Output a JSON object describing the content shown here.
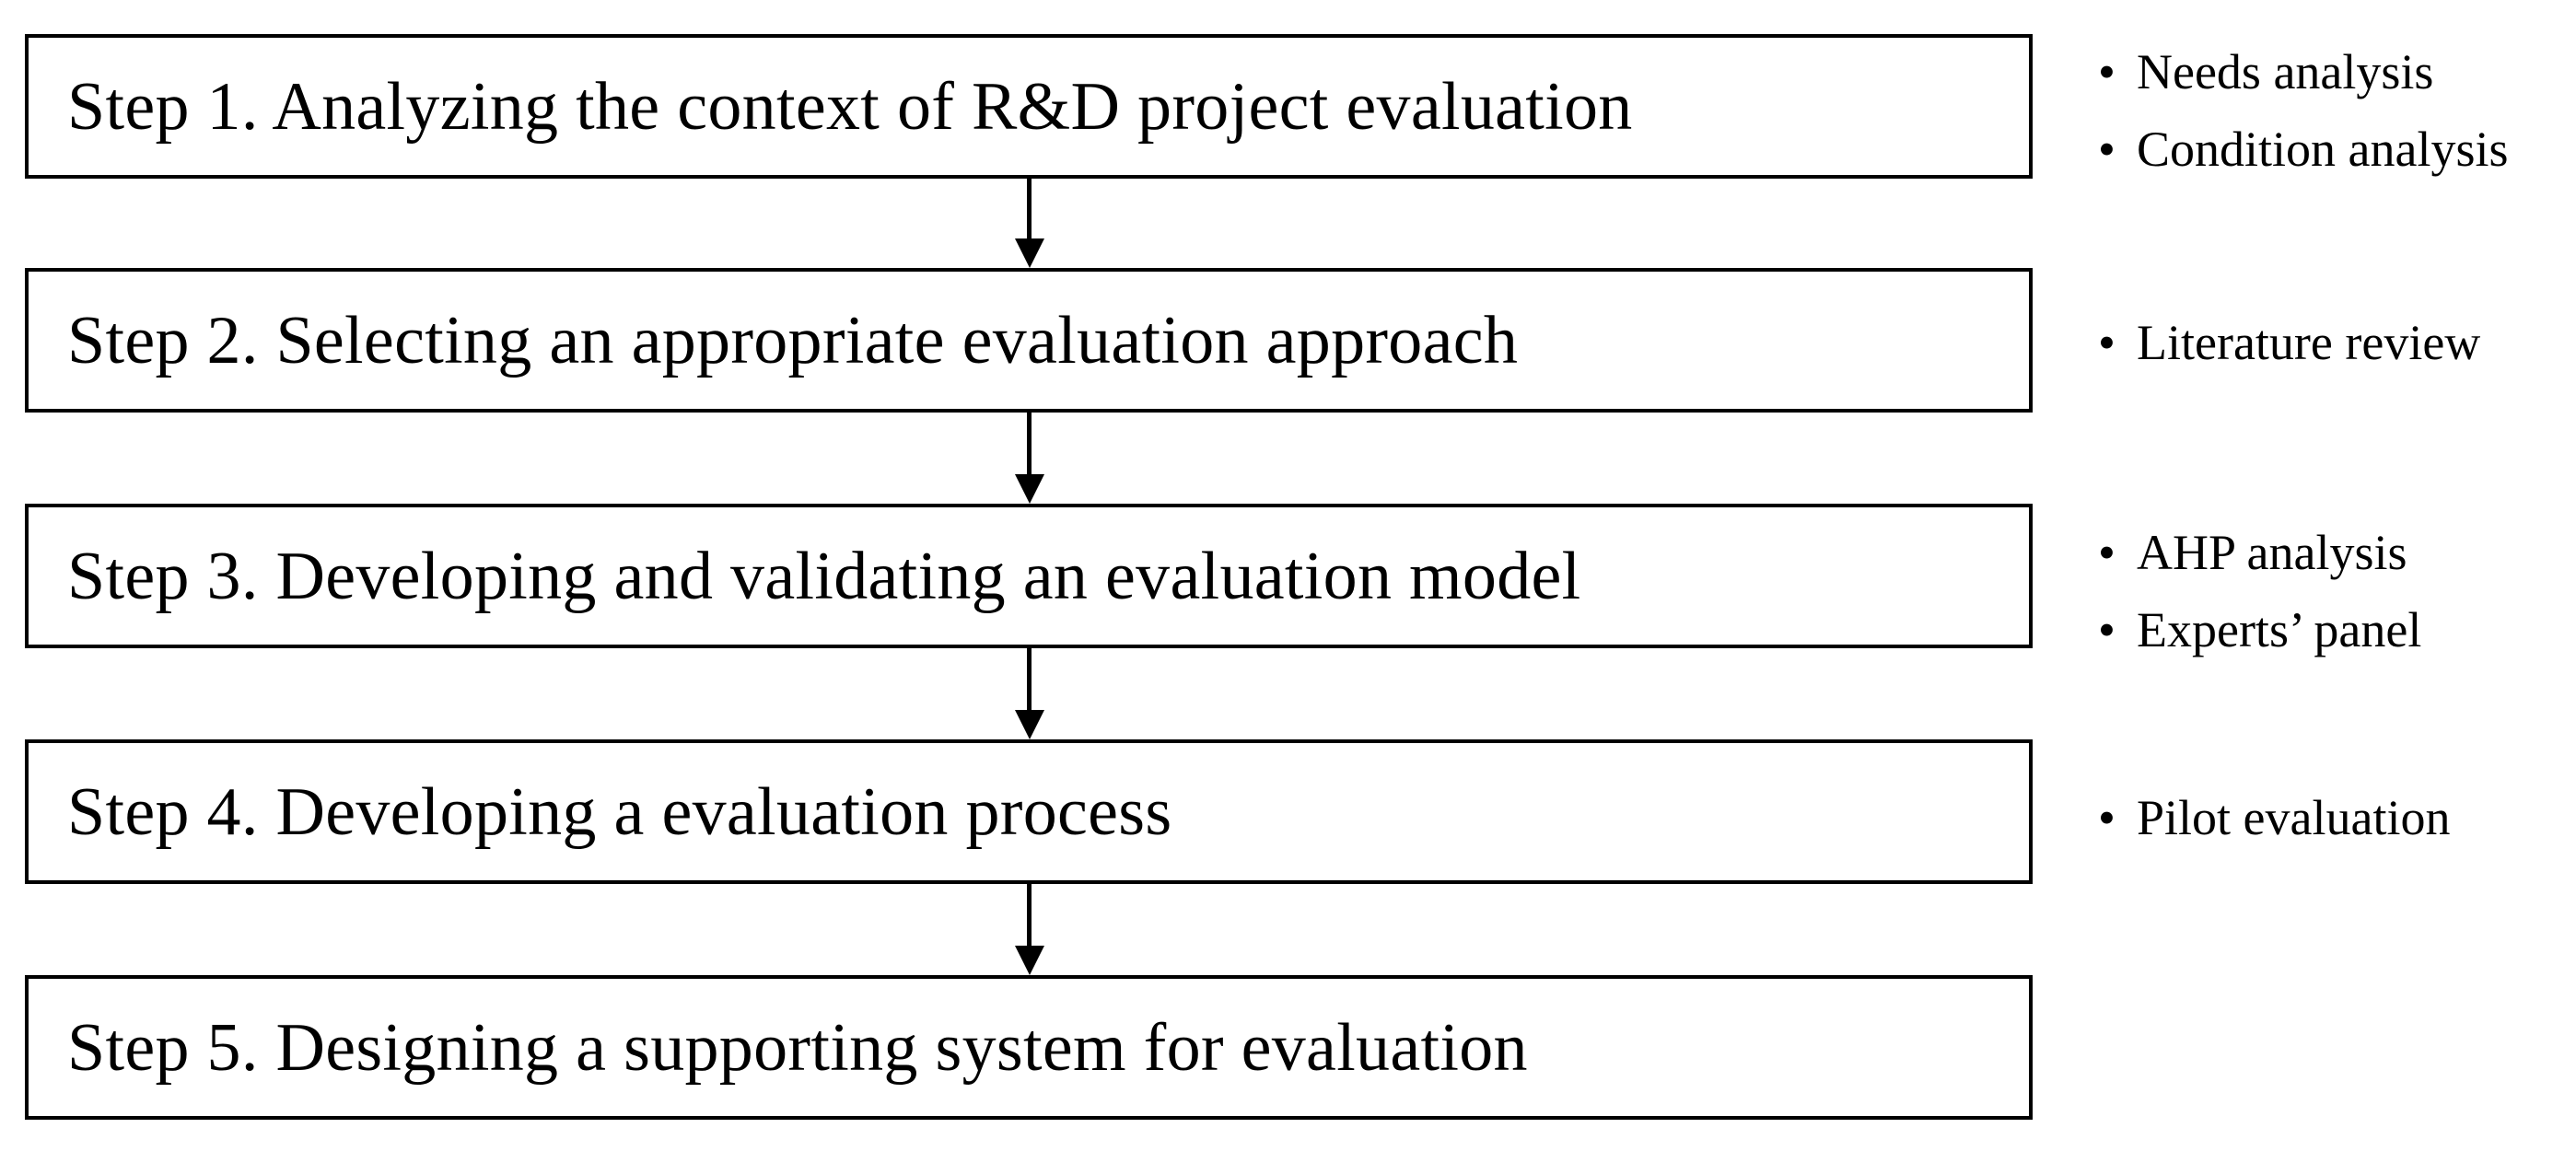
{
  "steps": [
    {
      "label": "Step 1. Analyzing  the context of R&D project evaluation",
      "annotations": [
        "Needs analysis",
        "Condition analysis"
      ]
    },
    {
      "label": "Step 2. Selecting an appropriate evaluation  approach",
      "annotations": [
        "Literature review"
      ]
    },
    {
      "label": "Step 3. Developing  and validating an evaluation  model",
      "annotations": [
        "AHP analysis",
        "Experts’ panel"
      ]
    },
    {
      "label": "Step 4. Developing  a evaluation  process",
      "annotations": [
        "Pilot evaluation"
      ]
    },
    {
      "label": "Step 5. Designing a supporting system  for evaluation",
      "annotations": []
    }
  ],
  "bullet_glyph": "•",
  "colors": {
    "border": "#000000",
    "background": "#ffffff",
    "text": "#000000"
  }
}
